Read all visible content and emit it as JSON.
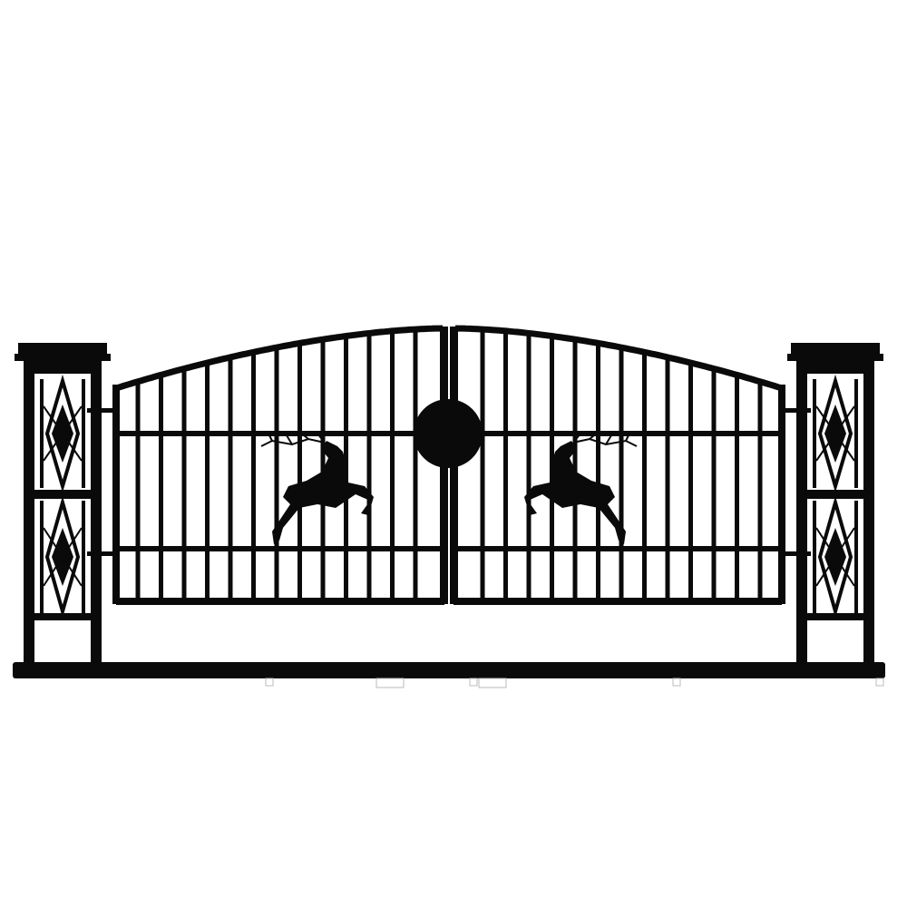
{
  "colors": {
    "iron": "#0a0a0a",
    "background": "#ffffff",
    "footing": "#d8d8d8"
  },
  "gate": {
    "style": "double-swing arched driveway gate",
    "ornament": "leaping-deer",
    "center_ornament": "circle"
  }
}
